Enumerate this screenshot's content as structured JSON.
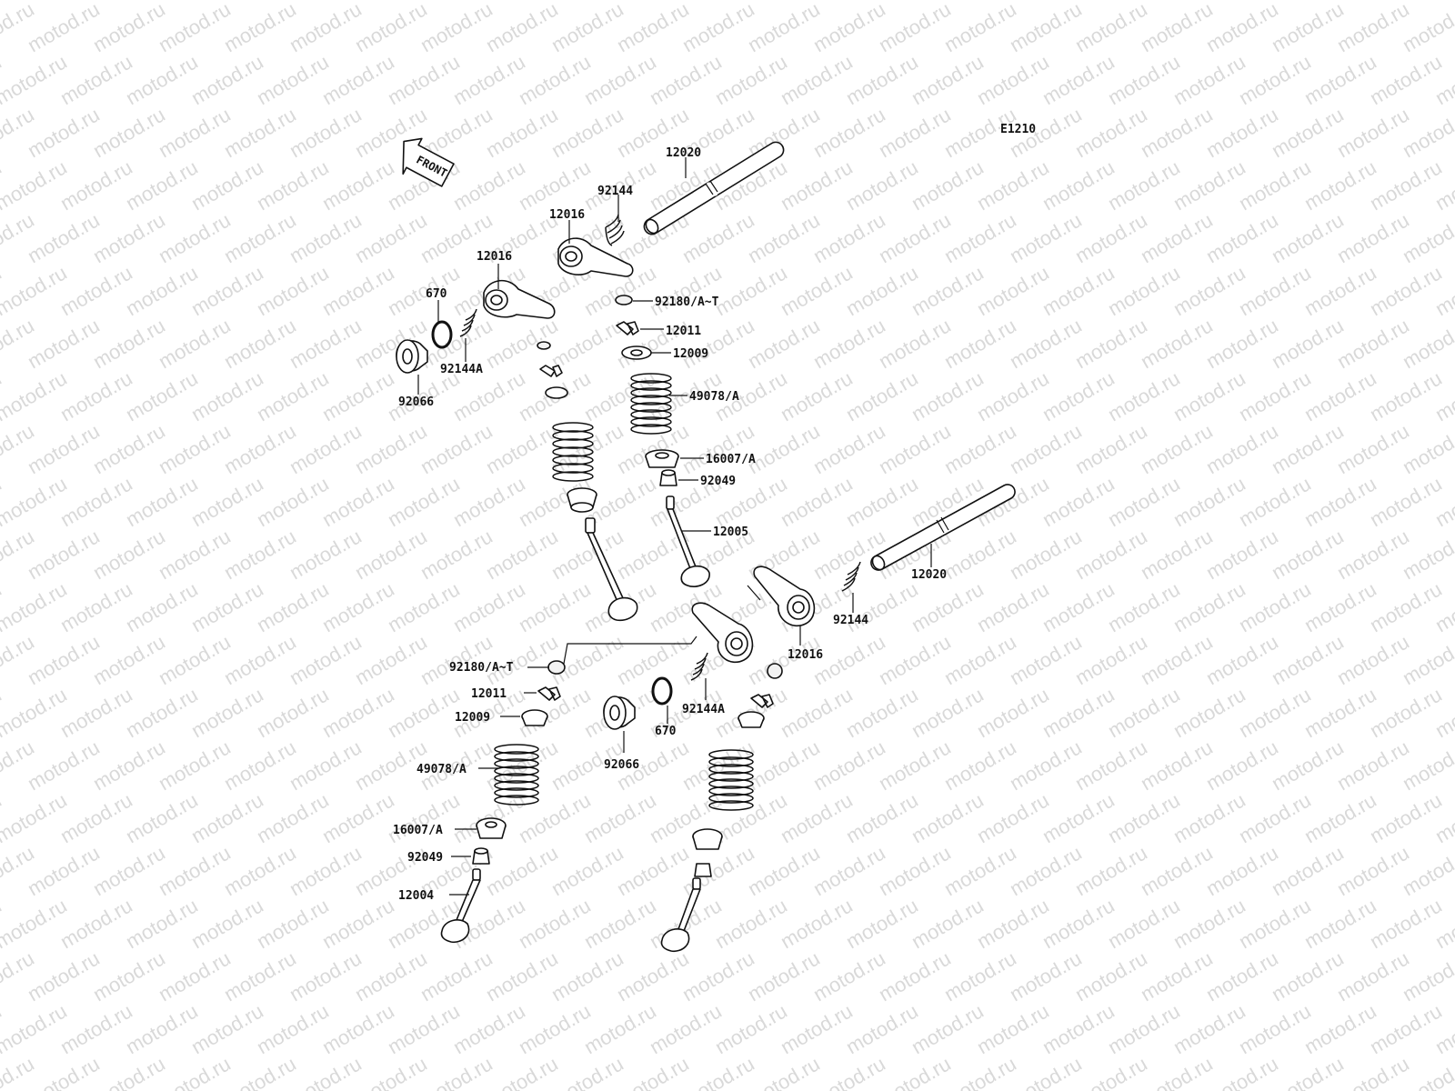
{
  "diagram": {
    "ref_code": "E1210",
    "front_label": "FRONT",
    "watermark": "motod.ru",
    "labels": {
      "shaft_upper": "12020",
      "spring_upper": "92144",
      "rocker_upper_b": "12016",
      "rocker_upper_a": "12016",
      "oring_upper": "670",
      "plug_upper": "92066",
      "spring_a_upper": "92144A",
      "shim_upper": "92180/A~T",
      "keeper_upper": "12011",
      "retainer_upper": "12009",
      "valve_spring_upper": "49078/A",
      "seat_upper": "16007/A",
      "seal_upper": "92049",
      "valve_exhaust": "12005",
      "shaft_lower": "12020",
      "spring_lower": "92144",
      "rocker_lower": "12016",
      "shim_lower": "92180/A~T",
      "keeper_lower": "12011",
      "retainer_lower": "12009",
      "valve_spring_lower": "49078/A",
      "seat_lower": "16007/A",
      "seal_lower": "92049",
      "valve_intake": "12004",
      "oring_lower": "670",
      "spring_a_lower": "92144A",
      "plug_lower": "92066"
    }
  }
}
